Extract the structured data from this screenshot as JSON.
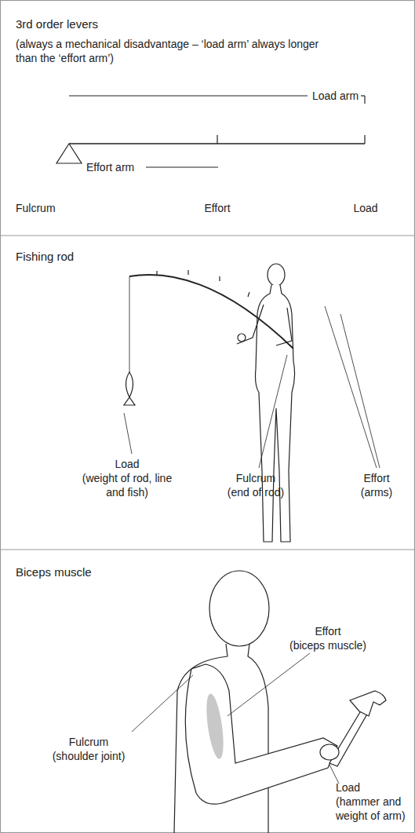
{
  "diagram": {
    "nodes": [
      {
        "text": [
          "3rd order levers",
          "(always a mechanical disadvantage – ‘load arm’ always longer than the ‘effort arm’)"
        ]
      },
      {
        "text": [
          "Fishing rod"
        ]
      },
      {
        "text": [
          "Biceps muscle"
        ]
      }
    ],
    "labels": [
      "Load arm",
      "Effort arm",
      "Fulcrum",
      "Effort",
      "Load",
      "Load",
      "(weight of rod, line and fish)",
      "Fulcrum",
      "(end of rod)",
      "Effort",
      "(arms)",
      "Effort",
      "(biceps muscle)",
      "Fulcrum",
      "(shoulder joint)",
      "Load",
      "(hammer and weight of arm)"
    ]
  }
}
